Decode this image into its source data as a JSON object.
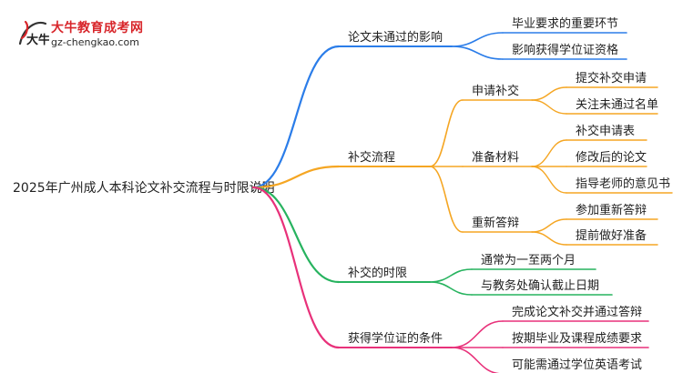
{
  "logo": {
    "title": "大牛教育成考网",
    "url": "gz-chengkao.com",
    "mark_text": "大牛"
  },
  "colors": {
    "blue": "#2b7de9",
    "orange": "#f5a623",
    "green": "#27b35f",
    "pink": "#e8317a",
    "text": "#222222",
    "logo_red": "#d8262b"
  },
  "root": "2025年广州成人本科论文补交流程与时限说明",
  "branches": [
    {
      "label": "论文未通过的影响",
      "color": "blue",
      "children": [
        {
          "label": "毕业要求的重要环节"
        },
        {
          "label": "影响获得学位证资格"
        }
      ]
    },
    {
      "label": "补交流程",
      "color": "orange",
      "children": [
        {
          "label": "申请补交",
          "children": [
            {
              "label": "提交补交申请"
            },
            {
              "label": "关注未通过名单"
            }
          ]
        },
        {
          "label": "准备材料",
          "children": [
            {
              "label": "补交申请表"
            },
            {
              "label": "修改后的论文"
            },
            {
              "label": "指导老师的意见书"
            }
          ]
        },
        {
          "label": "重新答辩",
          "children": [
            {
              "label": "参加重新答辩"
            },
            {
              "label": "提前做好准备"
            }
          ]
        }
      ]
    },
    {
      "label": "补交的时限",
      "color": "green",
      "children": [
        {
          "label": "通常为一至两个月"
        },
        {
          "label": "与教务处确认截止日期"
        }
      ]
    },
    {
      "label": "获得学位证的条件",
      "color": "pink",
      "children": [
        {
          "label": "完成论文补交并通过答辩"
        },
        {
          "label": "按期毕业及课程成绩要求"
        },
        {
          "label": "可能需通过学位英语考试"
        }
      ]
    }
  ]
}
